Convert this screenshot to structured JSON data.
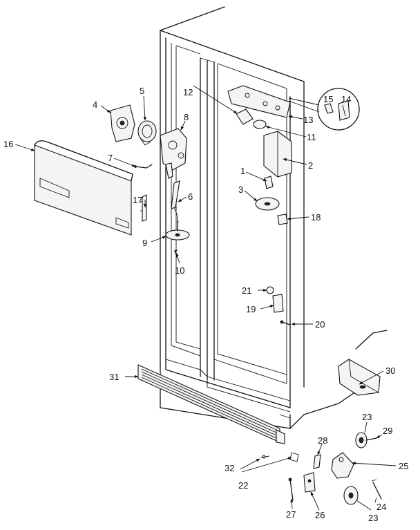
{
  "labels": {
    "l1": "1",
    "l2": "2",
    "l3": "3",
    "l4": "4",
    "l5": "5",
    "l6": "6",
    "l7": "7",
    "l8": "8",
    "l9": "9",
    "l10": "10",
    "l11": "11",
    "l12": "12",
    "l13": "13",
    "l14": "14",
    "l15": "15",
    "l16": "16",
    "l17": "17",
    "l18": "18",
    "l19": "19",
    "l20": "20",
    "l21": "21",
    "l22": "22",
    "l23a": "23",
    "l23b": "23",
    "l24": "24",
    "l25": "25",
    "l26": "26",
    "l27": "27",
    "l28": "28",
    "l29": "29",
    "l30": "30",
    "l31": "31",
    "l32": "32"
  }
}
